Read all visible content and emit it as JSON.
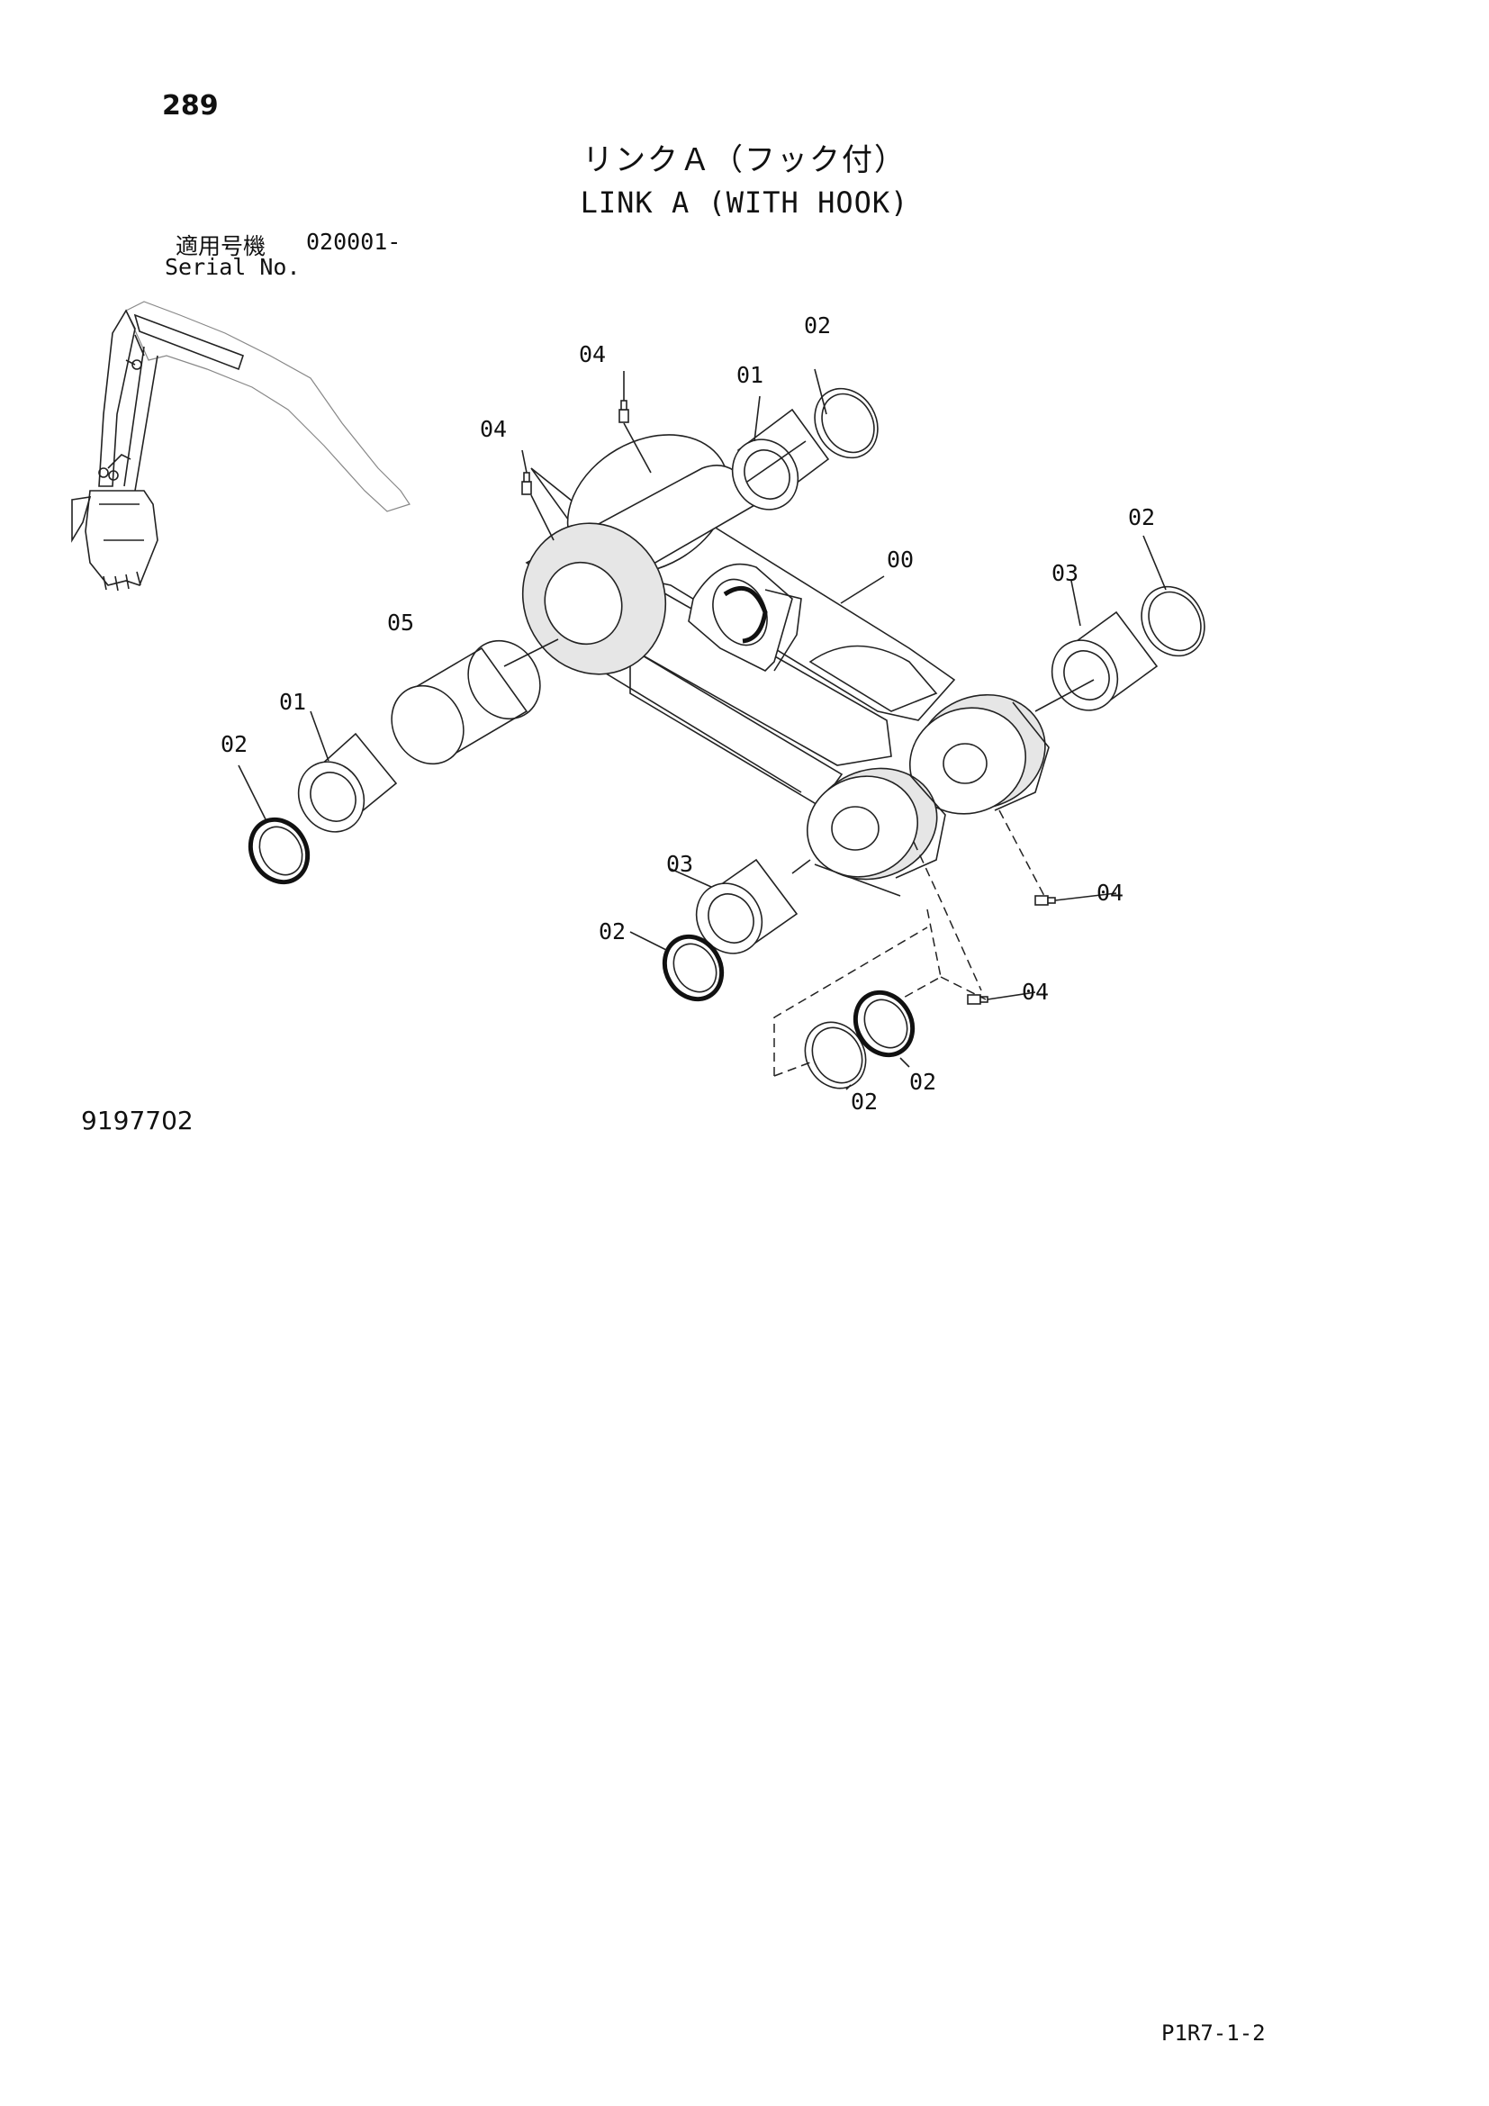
{
  "header": {
    "page_number": "289",
    "title_jp": "リンクＡ（フック付）",
    "title_en": "LINK A (WITH HOOK)",
    "serial_label_jp": "適用号機",
    "serial_value": "020001-",
    "serial_label_en": "Serial No."
  },
  "callouts": {
    "c00": "00",
    "c01_top": "01",
    "c01_left": "01",
    "c02_top": "02",
    "c02_right": "02",
    "c02_left": "02",
    "c02_mid": "02",
    "c02_bottom_a": "02",
    "c02_bottom_b": "02",
    "c03_right": "03",
    "c03_mid": "03",
    "c04_top": "04",
    "c04_left": "04",
    "c04_right": "04",
    "c04_bottom": "04",
    "c05": "05"
  },
  "footer": {
    "drawing_number": "9197702",
    "page_code": "P1R7-1-2"
  }
}
